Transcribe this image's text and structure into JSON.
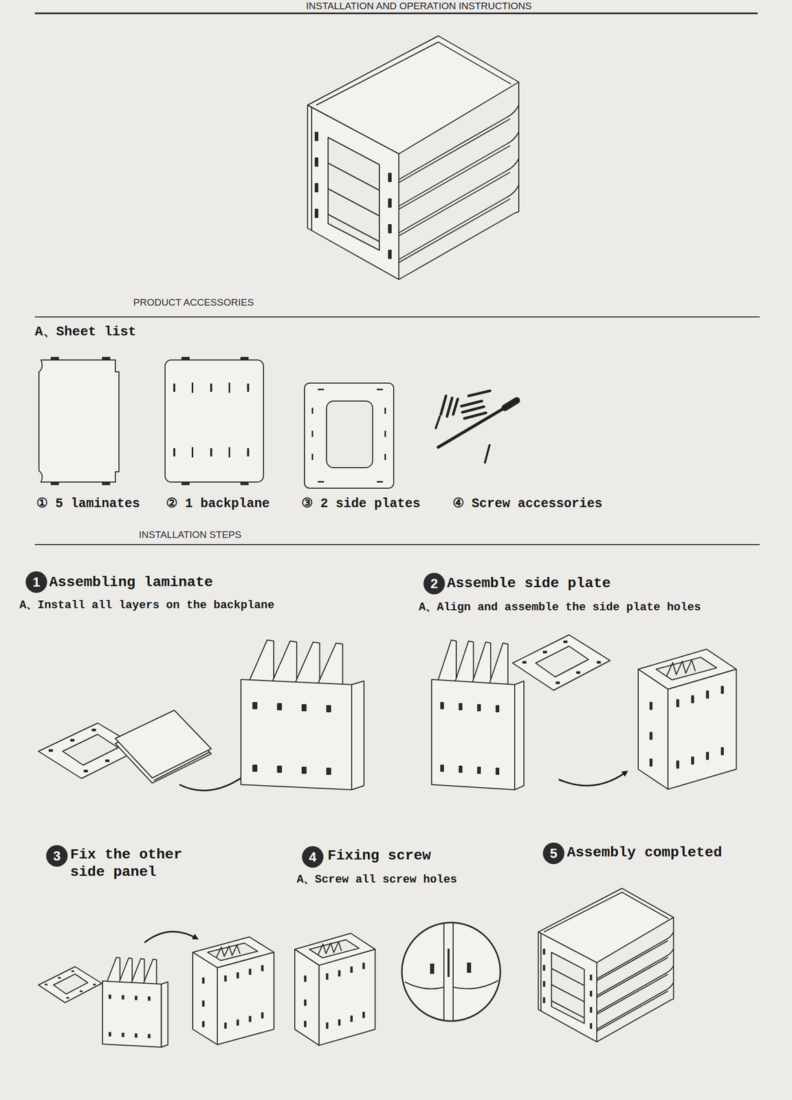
{
  "diagram": {
    "title": "INSTALLATION AND OPERATION INSTRUCTIONS",
    "nodes": [
      {
        "text": [
          "1"
        ]
      },
      {
        "text": [
          "2"
        ]
      },
      {
        "text": [
          "3"
        ]
      },
      {
        "text": [
          "4"
        ]
      },
      {
        "text": [
          "5"
        ]
      }
    ],
    "labels": [
      "PRODUCT ACCESSORIES",
      "A、Sheet list",
      "① 5 laminates",
      "② 1 backplane",
      "③ 2 side plates",
      "④ Screw accessories",
      "INSTALLATION STEPS",
      "Assembling laminate",
      "A、Install all layers on the backplane",
      "Assemble side plate",
      "A、Align and assemble the side plate holes",
      "Fix the other side panel",
      "Fixing screw",
      "A、Screw all screw holes",
      "Assembly completed"
    ]
  }
}
